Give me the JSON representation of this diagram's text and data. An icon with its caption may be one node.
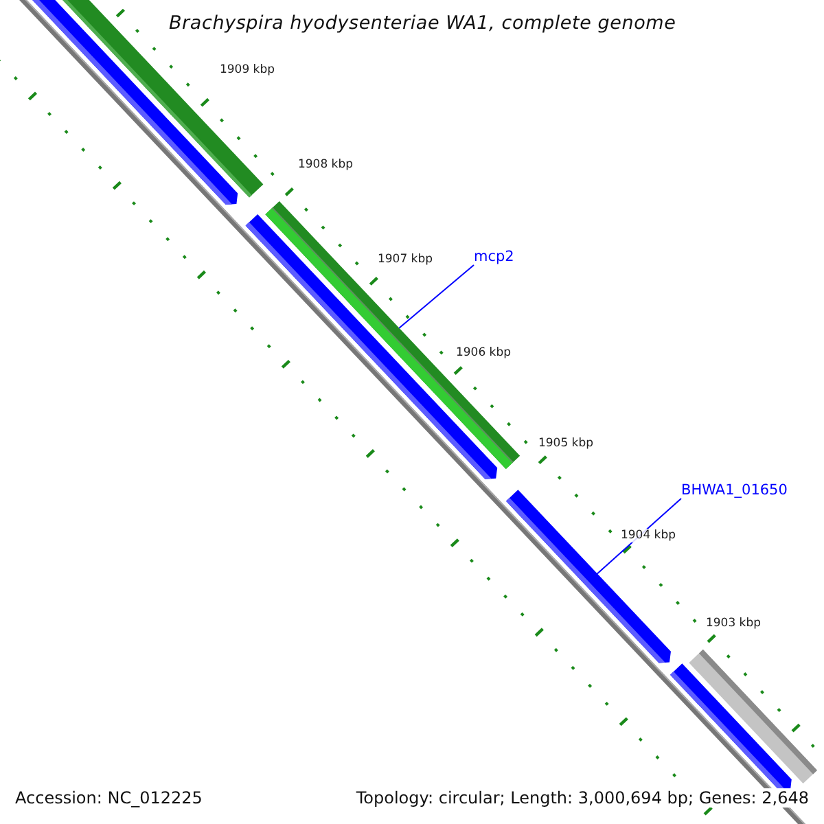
{
  "diagram": {
    "title": "Brachyspira hyodysenteriae WA1, complete genome",
    "nodes": [
      {
        "text": [
          "mcp2"
        ]
      },
      {
        "text": [],
        "shape": "bar"
      },
      {
        "text": [
          "BHWA1_01650"
        ]
      },
      {
        "text": [],
        "shape": "bar"
      }
    ],
    "edges": [
      {
        "from": 0,
        "to": 1,
        "arrow": "none"
      },
      {
        "from": 2,
        "to": 3,
        "arrow": "none"
      }
    ],
    "labels": [
      "1909 kbp",
      "1908 kbp",
      "1907 kbp",
      "1906 kbp",
      "1905 kbp",
      "1904 kbp",
      "1903 kbp",
      "Accession: NC_012225",
      "Topology: circular; Length: 3,000,694 bp; Genes: 2,648"
    ]
  }
}
